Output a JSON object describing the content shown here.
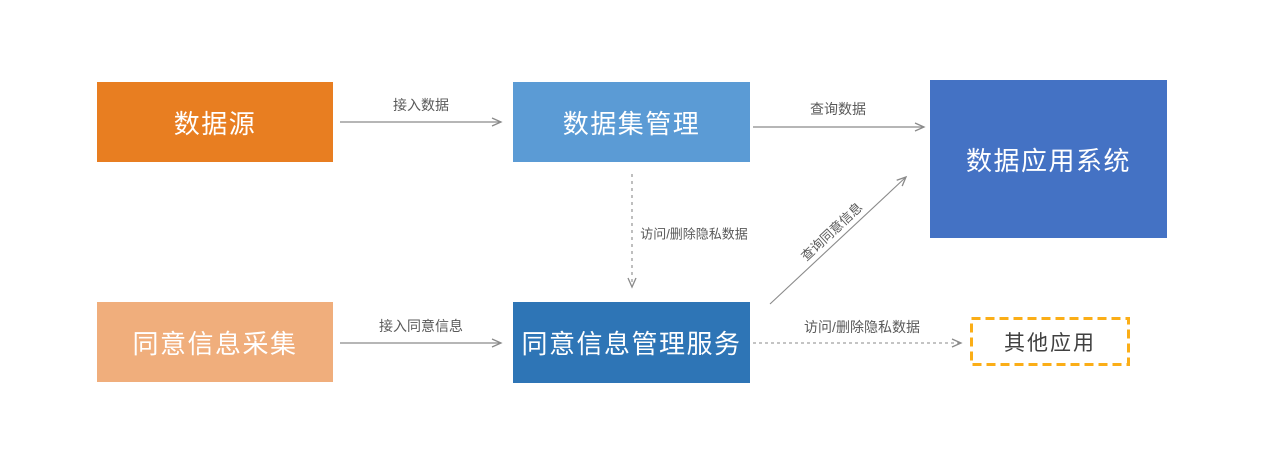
{
  "diagram": {
    "nodes": {
      "data_source": {
        "label": "数据源",
        "color": "#E87E21"
      },
      "dataset_management": {
        "label": "数据集管理",
        "color": "#5B9BD5"
      },
      "data_application_system": {
        "label": "数据应用系统",
        "color": "#4472C4"
      },
      "consent_collection": {
        "label": "同意信息采集",
        "color": "#F0AE7C"
      },
      "consent_management_service": {
        "label": "同意信息管理服务",
        "color": "#2E75B6"
      },
      "other_applications": {
        "label": "其他应用",
        "border_color": "#FBAE17",
        "text_color": "#404040"
      }
    },
    "edges": {
      "access_data": {
        "label": "接入数据",
        "style": "solid",
        "from": "data_source",
        "to": "dataset_management"
      },
      "query_data": {
        "label": "查询数据",
        "style": "solid",
        "from": "dataset_management",
        "to": "data_application_system"
      },
      "access_delete_private_data_down": {
        "label": "访问/删除隐私数据",
        "style": "dashed",
        "from": "dataset_management",
        "to": "consent_management_service"
      },
      "access_consent_info": {
        "label": "接入同意信息",
        "style": "solid",
        "from": "consent_collection",
        "to": "consent_management_service"
      },
      "query_consent_info": {
        "label": "查询同意信息",
        "style": "solid",
        "from": "consent_management_service",
        "to": "data_application_system"
      },
      "access_delete_private_data_right": {
        "label": "访问/删除隐私数据",
        "style": "dashed",
        "from": "consent_management_service",
        "to": "other_applications"
      }
    },
    "colors": {
      "arrow": "#8A8A8A",
      "edge_label": "#595959",
      "background": "#FFFFFF"
    }
  }
}
